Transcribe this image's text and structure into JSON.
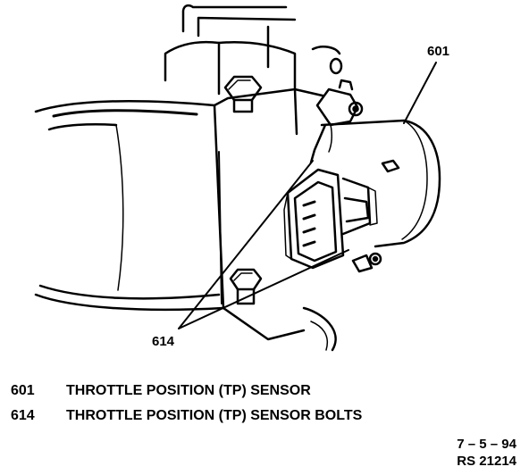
{
  "callouts": {
    "sensor": "601",
    "bolts": "614"
  },
  "legend": [
    {
      "number": "601",
      "description": "THROTTLE POSITION (TP) SENSOR"
    },
    {
      "number": "614",
      "description": "THROTTLE POSITION (TP) SENSOR BOLTS"
    }
  ],
  "stamp": {
    "date": "7 – 5 – 94",
    "ref": "RS 21214"
  },
  "colors": {
    "ink": "#000000",
    "paper": "#ffffff"
  }
}
